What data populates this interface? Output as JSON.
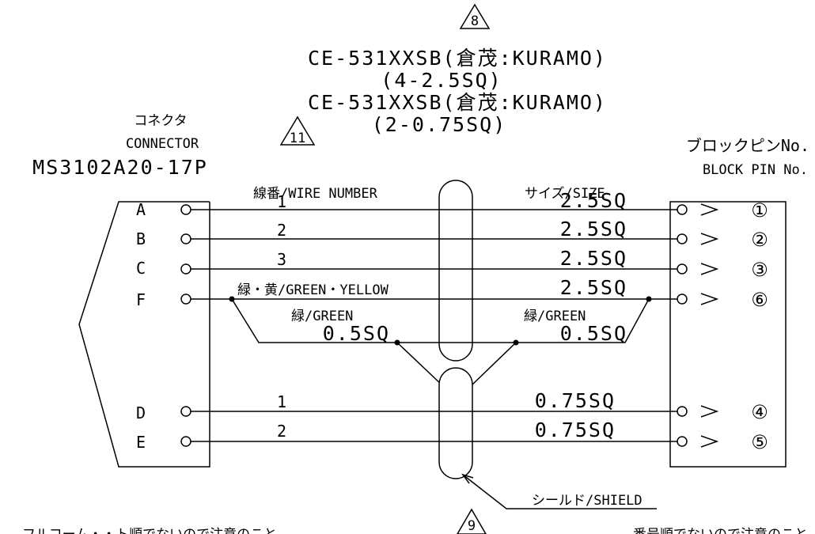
{
  "cable": {
    "line1": "CE-531XXSB(倉茂:KURAMO)",
    "line2": "(4-2.5SQ)",
    "line3": "CE-531XXSB(倉茂:KURAMO)",
    "line4": "(2-0.75SQ)",
    "rev_top": "8",
    "rev_mid": "11",
    "rev_bottom": "9"
  },
  "connector": {
    "label_jp": "コネクタ",
    "label_en": "CONNECTOR",
    "model": "MS3102A20-17P",
    "pins": [
      "A",
      "B",
      "C",
      "F",
      "D",
      "E"
    ]
  },
  "block": {
    "label_jp": "ブロックピンNo.",
    "label_en": "BLOCK PIN No.",
    "pins": [
      "①",
      "②",
      "③",
      "⑥",
      "④",
      "⑤"
    ]
  },
  "headers": {
    "wire_number": "線番/WIRE NUMBER",
    "size": "サイズ/SIZE"
  },
  "wires": {
    "w1": "1",
    "w2": "2",
    "w3": "3",
    "w4": "1",
    "w5": "2",
    "green_yellow": "緑・黄/GREEN・YELLOW",
    "green_left": "緑/GREEN",
    "green_right": "緑/GREEN"
  },
  "sizes": {
    "s1": "2.5SQ",
    "s2": "2.5SQ",
    "s3": "2.5SQ",
    "s4": "2.5SQ",
    "s5": "0.75SQ",
    "s6": "0.75SQ",
    "green_left": "0.5SQ",
    "green_right": "0.5SQ"
  },
  "shield_label": "シールド/SHIELD",
  "footer": {
    "left": "フルコーム・・ト順でないので注意のこと",
    "right": "番号順でないので注意のこと"
  }
}
